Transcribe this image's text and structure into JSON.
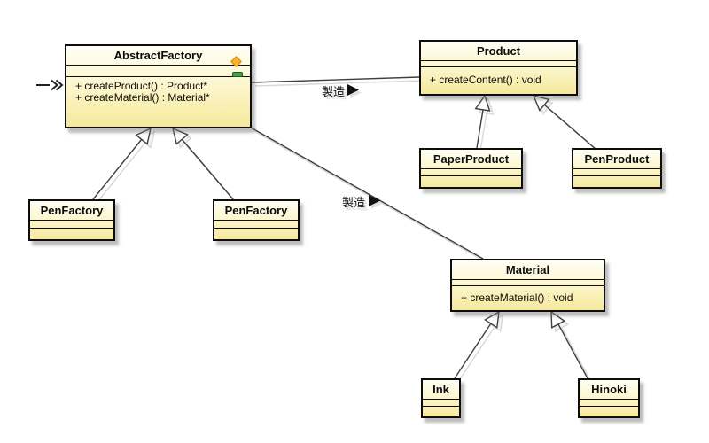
{
  "diagram_type": "uml-class-diagram",
  "classes": [
    {
      "name": "AbstractFactory",
      "fields": [],
      "methods": [
        "+ createProduct() : Product*",
        "+ createMaterial() : Material*"
      ]
    },
    {
      "name": "Product",
      "fields": [],
      "methods": [
        "+ createContent() : void"
      ]
    },
    {
      "name": "PaperProduct",
      "fields": [],
      "methods": []
    },
    {
      "name": "PenProduct",
      "fields": [],
      "methods": []
    },
    {
      "name": "PenFactory",
      "fields": [],
      "methods": []
    },
    {
      "name": "PenFactory",
      "fields": [],
      "methods": []
    },
    {
      "name": "Material",
      "fields": [],
      "methods": [
        "+ createMaterial() : void"
      ]
    },
    {
      "name": "Ink",
      "fields": [],
      "methods": []
    },
    {
      "name": "Hinoki",
      "fields": [],
      "methods": []
    }
  ],
  "relations": [
    {
      "from": "AbstractFactory",
      "to": "Product",
      "type": "association",
      "label": "製造"
    },
    {
      "from": "AbstractFactory",
      "to": "Material",
      "type": "association",
      "label": "製造"
    },
    {
      "from": "PenFactory",
      "to": "AbstractFactory",
      "type": "generalization",
      "label": ""
    },
    {
      "from": "PenFactory",
      "to": "AbstractFactory",
      "type": "generalization",
      "label": ""
    },
    {
      "from": "PaperProduct",
      "to": "Product",
      "type": "generalization",
      "label": ""
    },
    {
      "from": "PenProduct",
      "to": "Product",
      "type": "generalization",
      "label": ""
    },
    {
      "from": "Ink",
      "to": "Material",
      "type": "generalization",
      "label": ""
    },
    {
      "from": "Hinoki",
      "to": "Material",
      "type": "generalization",
      "label": ""
    }
  ],
  "markers": {
    "incoming_arrow": "open-double-chevron-arrow",
    "diamond_marker": "orange-diamond",
    "green_marker": "green-bar"
  },
  "colors": {
    "class_fill_top": "#FFFEF4",
    "class_fill_bottom": "#F5E99C",
    "class_border": "#0D0D0D",
    "edge": "#3F3F3F",
    "shadow": "#D8D8D8",
    "diamond": "#FFB02E",
    "green_bar": "#43A047",
    "background": "#FFFFFF"
  }
}
